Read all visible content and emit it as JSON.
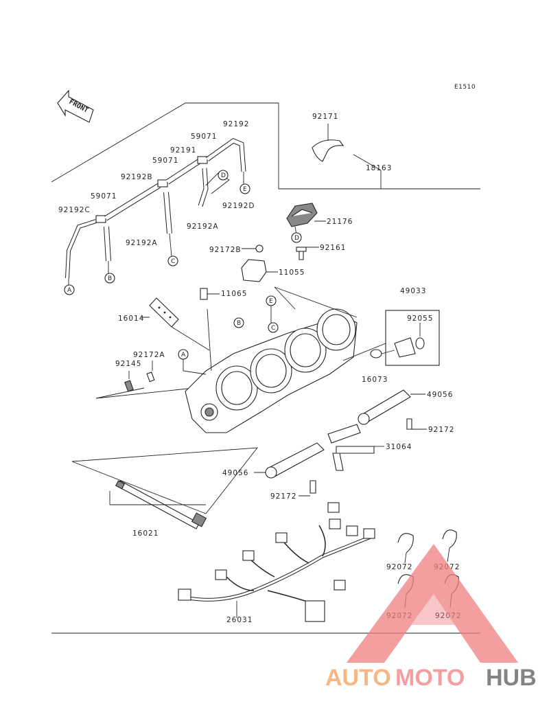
{
  "diagram_code": "E1510",
  "front_label": "FRONT",
  "parts": {
    "p92192": "92192",
    "p92191": "92191",
    "p59071_a": "59071",
    "p59071_b": "59071",
    "p59071_c": "59071",
    "p92192B": "92192B",
    "p92192C": "92192C",
    "p92192A_1": "92192A",
    "p92192A_2": "92192A",
    "p92192D": "92192D",
    "p92171": "92171",
    "p18163": "18163",
    "p21176": "21176",
    "p92161": "92161",
    "p92172B": "92172B",
    "p11055": "11055",
    "p11065": "11065",
    "p49033": "49033",
    "p16014": "16014",
    "p92055": "92055",
    "p92172A": "92172A",
    "p92145": "92145",
    "p16073": "16073",
    "p49056_a": "49056",
    "p49056_b": "49056",
    "p92172_a": "92172",
    "p92172_b": "92172",
    "p31064": "31064",
    "p16021": "16021",
    "p92072_a": "92072",
    "p92072_b": "92072",
    "p92072_c": "92072",
    "p92072_d": "92072",
    "p26031": "26031"
  },
  "callouts": {
    "A1": "A",
    "B1": "B",
    "C1": "C",
    "D1": "D",
    "E1": "E",
    "D2": "D",
    "B2": "B",
    "C2": "C",
    "E2": "E",
    "A2": "A"
  },
  "watermark": {
    "part1": "AUTO",
    "part2": "MOTO",
    "part3": "HUB",
    "color1": "#f5a05a",
    "color2": "#f08080",
    "color3": "#5a5a5a",
    "triangle": "#f08080"
  }
}
